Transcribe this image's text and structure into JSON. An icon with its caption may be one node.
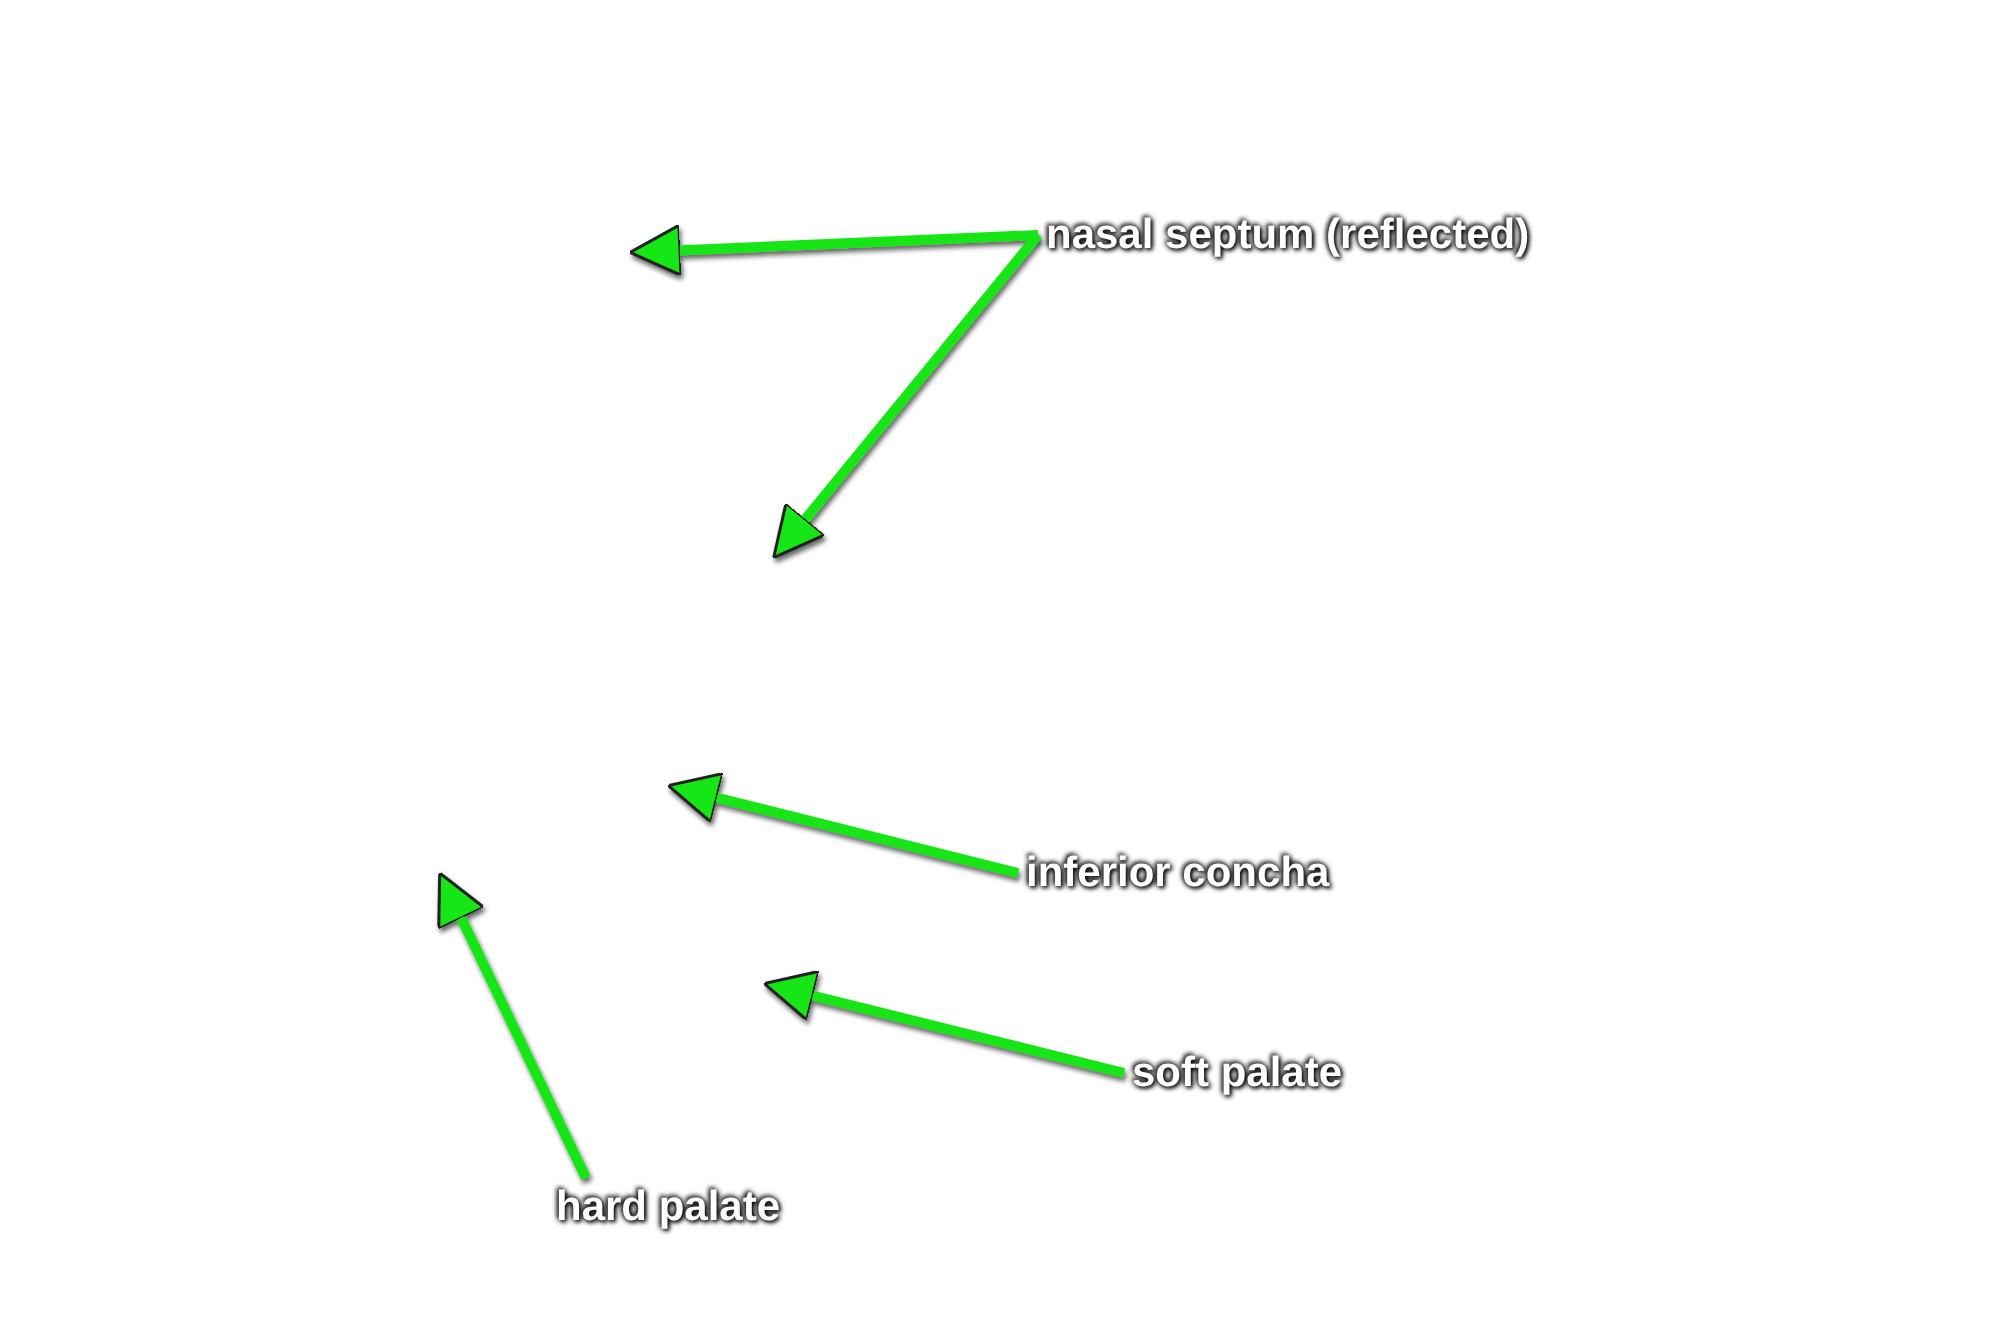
{
  "diagram": {
    "nodes": [
      {
        "text": [
          "nasal septum (reflected)"
        ]
      },
      {
        "text": [
          "inferior concha"
        ]
      },
      {
        "text": [
          "soft palate"
        ]
      },
      {
        "text": [
          "hard palate"
        ]
      }
    ],
    "edges": [
      {
        "from": 0,
        "to": null,
        "arrow": "to"
      },
      {
        "from": 0,
        "to": null,
        "arrow": "to"
      },
      {
        "from": 1,
        "to": null,
        "arrow": "to"
      },
      {
        "from": 2,
        "to": null,
        "arrow": "to"
      },
      {
        "from": 3,
        "to": null,
        "arrow": "to"
      }
    ]
  }
}
